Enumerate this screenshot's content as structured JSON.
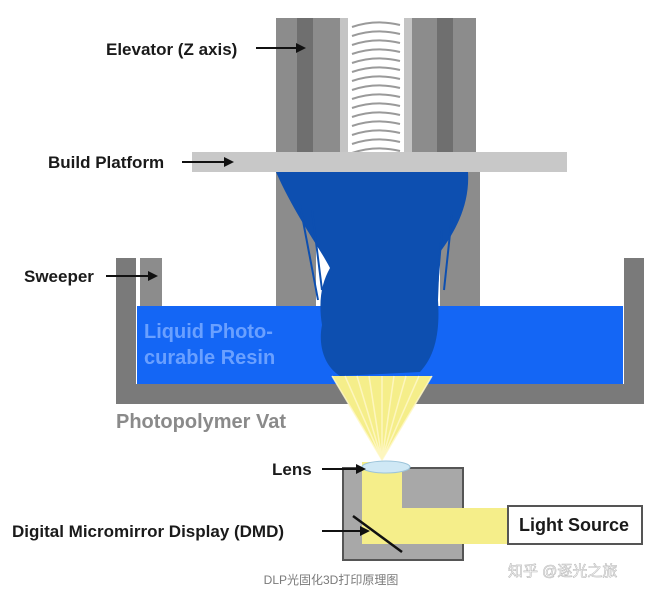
{
  "labels": {
    "elevator": "Elevator (Z axis)",
    "build_platform": "Build Platform",
    "sweeper": "Sweeper",
    "resin_line1": "Liquid Photo-",
    "resin_line2": "curable Resin",
    "vat": "Photopolymer Vat",
    "lens": "Lens",
    "dmd": "Digital Micromirror Display (DMD)",
    "light_source": "Light Source"
  },
  "caption": "DLP光固化3D打印原理图",
  "watermark": "知乎 @逐光之旅",
  "colors": {
    "frame_gray": "#8c8c8c",
    "platform_gray": "#c8c8c8",
    "resin_blue": "#1466f5",
    "part_blue": "#0d4fb0",
    "light_yellow": "#f5ee8a",
    "label_text": "#1a1a1a"
  }
}
